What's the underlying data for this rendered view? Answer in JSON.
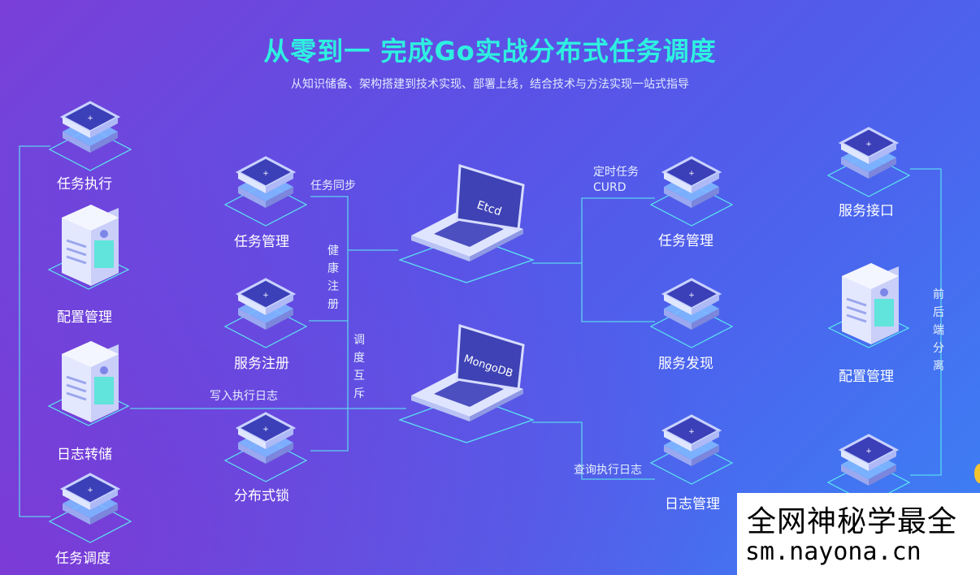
{
  "header": {
    "title": "从零到一 完成Go实战分布式任务调度",
    "subtitle": "从知识储备、架构搭建到技术实现、部署上线，结合技术与方法实现一站式指导"
  },
  "left_column": {
    "items": [
      "任务执行",
      "配置管理",
      "日志转储",
      "任务调度"
    ]
  },
  "center_left": {
    "items": [
      "任务管理",
      "服务注册",
      "分布式锁"
    ]
  },
  "connectors": {
    "task_sync": "任务同步",
    "health_register": "健康注册",
    "schedule_mutex": "调度互斥",
    "write_log": "写入执行日志",
    "timed_task": "定时任务",
    "curd": "CURD",
    "query_log": "查询执行日志",
    "frontend_backend": "前后端分离"
  },
  "laptops": {
    "etcd": "Etcd",
    "mongodb": "MongoDB"
  },
  "center_right": {
    "items": [
      "任务管理",
      "服务发现",
      "日志管理"
    ]
  },
  "right_column": {
    "items": [
      "服务接口",
      "配置管理"
    ]
  },
  "watermark": {
    "line1": "全网神秘学最全",
    "line2": "sm.nayona.cn"
  },
  "colors": {
    "title": "#2ef0e0",
    "line": "#5ee8f0",
    "chip_top": "#3b3fb8",
    "chip_side": "#c8d2ff"
  }
}
